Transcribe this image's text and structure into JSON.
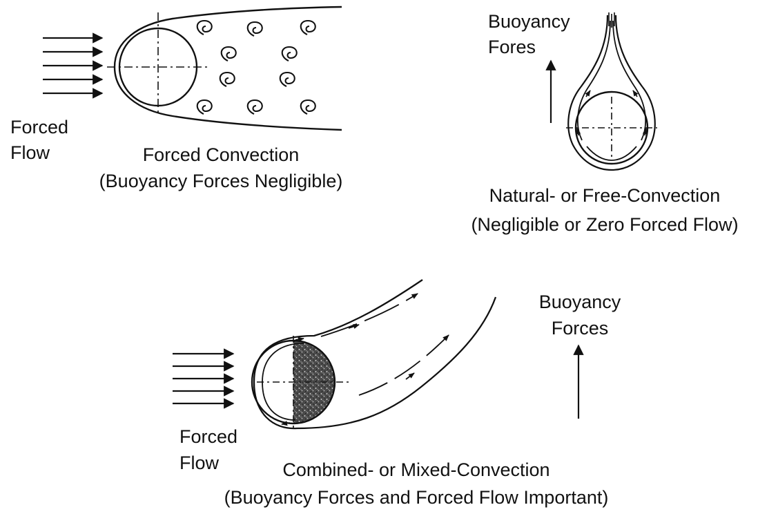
{
  "panels": {
    "forced": {
      "flow_label_line1": "Forced",
      "flow_label_line2": "Flow",
      "title": "Forced Convection",
      "subtitle": "(Buoyancy Forces Negligible)"
    },
    "natural": {
      "buoyancy_label_line1": "Buoyancy",
      "buoyancy_label_line2": "Fores",
      "title": "Natural- or Free-Convection",
      "subtitle": "(Negligible or Zero Forced Flow)"
    },
    "mixed": {
      "buoyancy_label_line1": "Buoyancy",
      "buoyancy_label_line2": "Forces",
      "flow_label_line1": "Forced",
      "flow_label_line2": "Flow",
      "title": "Combined- or Mixed-Convection",
      "subtitle": "(Buoyancy Forces and Forced Flow Important)"
    }
  },
  "colors": {
    "ink": "#111111",
    "background": "#ffffff"
  }
}
